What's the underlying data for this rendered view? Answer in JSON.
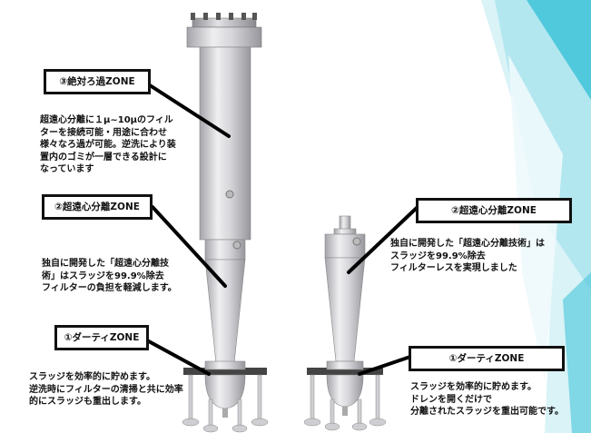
{
  "left_unit": {
    "zone3": {
      "label": "③絶対ろ過ZONE",
      "description": "超遠心分離に１μ~10μのフィル\nターを接続可能・用途に合わせ\n様々なろ過が可能。逆洗により装\n置内のゴミが一層できる設計に\nなっています"
    },
    "zone2": {
      "label": "②超遠心分離ZONE",
      "description": "独自に開発した「超遠心分離技\n術」はスラッジを99.9%除去\nフィルターの負担を軽減します。"
    },
    "zone1": {
      "label": "①ダーティZONE",
      "description": "スラッジを効率的に貯めます。\n逆洗時にフィルターの清掃と共に効率\n的にスラッジも重出します。"
    }
  },
  "right_unit": {
    "zone2": {
      "label": "②超遠心分離ZONE",
      "description": "独自に開発した「超遠心分離技術」は\nスラッジを99.9%除去\nフィルターレスを実現しました"
    },
    "zone1": {
      "label": "①ダーティZONE",
      "description": "スラッジを効率的に貯めます。\nドレンを開くだけで\n分離されたスラッジを重出可能です。"
    }
  },
  "colors": {
    "body_light": "#e9e9eb",
    "body_mid": "#c9c9cd",
    "body_dark": "#9a9aa0",
    "accent_cyan": "#3fc3d8",
    "accent_pale": "#cfeff5"
  }
}
